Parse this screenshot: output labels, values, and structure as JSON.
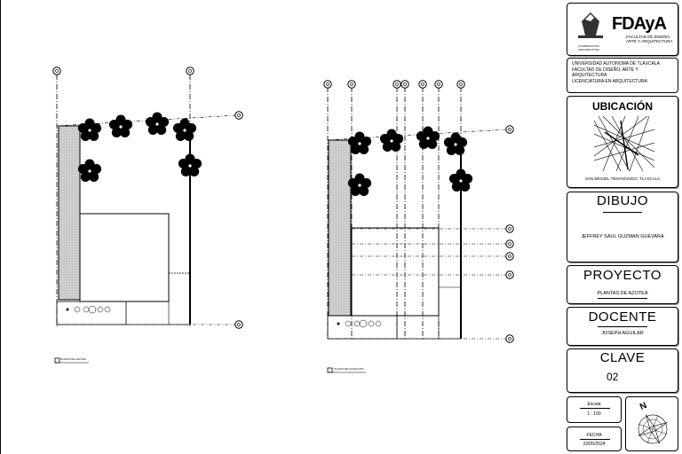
{
  "logo": {
    "brand_text": "FDAyA",
    "subtitle_line1": "FACULTAD DE DISEÑO,",
    "subtitle_line2": "ARTE Y ARQUITECTURA",
    "emblem_caption_line1": "COORDINACIÓN",
    "emblem_caption_line2": "ARQUITECTURA"
  },
  "institution": {
    "line1": "UNIVERSIDAD AUTONOMA DE TLAXCALA",
    "line2": "FACULTAD DE DISEÑO, ARTE Y",
    "line3": "ARQUITECTURA",
    "line4": "LICENCIATURA EN ARQUITECTURA"
  },
  "ubicacion": {
    "title": "UBICACIÓN",
    "caption": "SAN MIGUEL TENANCINGO, TLAXCALA"
  },
  "dibujo": {
    "title": "DIBUJO",
    "name": "JEFFREY SAUL GUZMAN GUEVARA"
  },
  "proyecto": {
    "title": "PROYECTO",
    "name": "PLANTAS DE AZOTEA"
  },
  "docente": {
    "title": "DOCENTE",
    "name": "JOSEPH AGUILAR"
  },
  "clave": {
    "title": "CLAVE",
    "value": "02"
  },
  "escala": {
    "label": "Escala",
    "value": "1 : 100"
  },
  "fecha": {
    "label": "FECHA",
    "value": "22/05/2024"
  },
  "north": {
    "letter": "N"
  },
  "drawings": {
    "left_label": "PLANTA DE AZOTEA",
    "right_label": "PLANTA DE CONJUNTO"
  }
}
